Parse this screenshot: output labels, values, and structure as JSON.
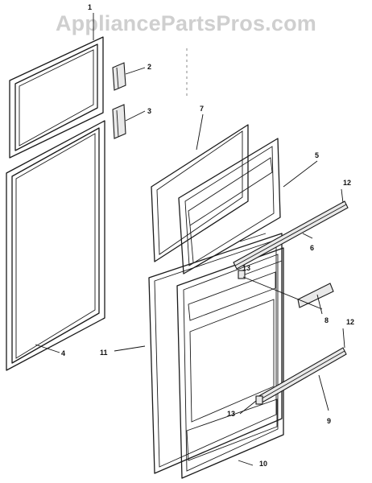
{
  "watermark": "AppliancePartsPros.com",
  "callouts": [
    {
      "id": "1",
      "label": "1"
    },
    {
      "id": "2",
      "label": "2"
    },
    {
      "id": "3",
      "label": "3"
    },
    {
      "id": "4",
      "label": "4"
    },
    {
      "id": "5",
      "label": "5"
    },
    {
      "id": "6",
      "label": "6"
    },
    {
      "id": "7",
      "label": "7"
    },
    {
      "id": "8",
      "label": "8"
    },
    {
      "id": "9",
      "label": "9"
    },
    {
      "id": "10",
      "label": "10"
    },
    {
      "id": "11",
      "label": "11"
    },
    {
      "id": "12a",
      "label": "12"
    },
    {
      "id": "12b",
      "label": "12"
    },
    {
      "id": "13a",
      "label": "13"
    },
    {
      "id": "13b",
      "label": "13"
    }
  ],
  "colors": {
    "line": "#1a1a1a",
    "watermark": "#cfcfcf",
    "background": "#ffffff"
  }
}
